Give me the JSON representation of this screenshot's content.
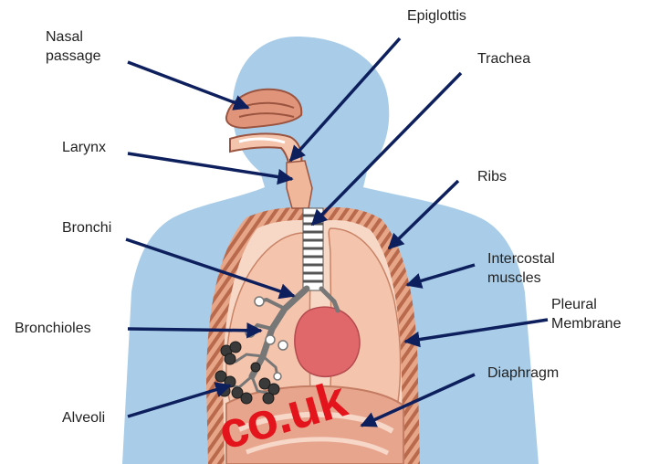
{
  "labels": {
    "nasal_passage": "Nasal\npassage",
    "nasal_line1": "Nasal",
    "nasal_line2": "passage",
    "epiglottis": "Epiglottis",
    "trachea": "Trachea",
    "larynx": "Larynx",
    "ribs": "Ribs",
    "bronchi": "Bronchi",
    "intercostal_line1": "Intercostal",
    "intercostal_line2": "muscles",
    "pleural_line1": "Pleural",
    "pleural_line2": "Membrane",
    "bronchioles": "Bronchioles",
    "diaphragm": "Diaphragm",
    "alveoli": "Alveoli"
  },
  "watermark": "co.uk",
  "colors": {
    "body": "#a9cde8",
    "lung": "#f4c4ac",
    "lung_edge": "#c98468",
    "rib": "#d9956f",
    "heart": "#e0676a",
    "arrow": "#0d1f5c",
    "watermark": "#e3141b"
  }
}
